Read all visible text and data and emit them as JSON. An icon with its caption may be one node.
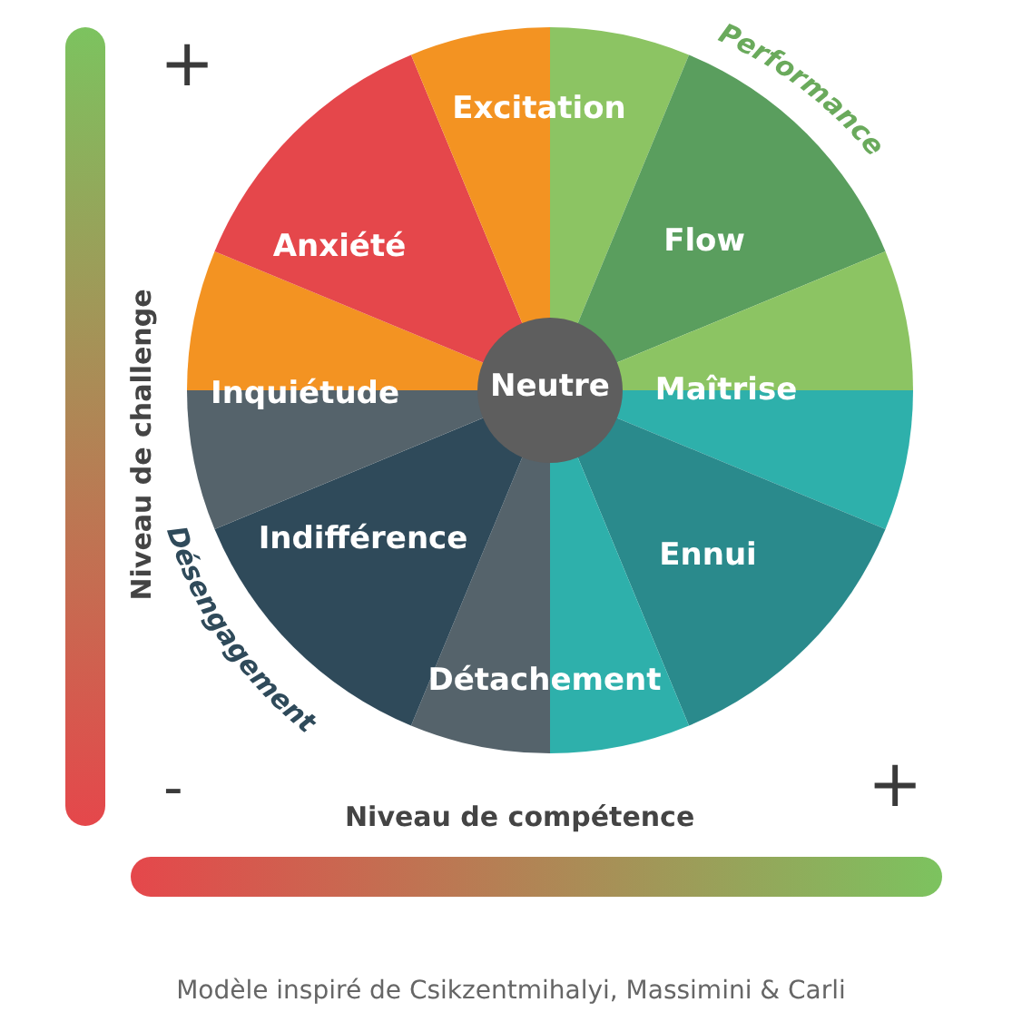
{
  "diagram": {
    "caption": "Modèle inspiré de Csikzentmihalyi, Massimini & Carli",
    "nodes": [
      {
        "text": [
          "Excitation"
        ]
      },
      {
        "text": [
          "Anxiété"
        ]
      },
      {
        "text": [
          "Flow"
        ]
      },
      {
        "text": [
          "Inquiétude"
        ]
      },
      {
        "text": [
          "Neutre"
        ]
      },
      {
        "text": [
          "Maîtrise"
        ]
      },
      {
        "text": [
          "Indifférence"
        ]
      },
      {
        "text": [
          "Ennui"
        ]
      },
      {
        "text": [
          "Détachement"
        ]
      }
    ],
    "labels": [
      "+",
      "Performance",
      "Niveau de challenge",
      "Désengagement",
      "-",
      "Niveau de compétence",
      "+"
    ]
  }
}
